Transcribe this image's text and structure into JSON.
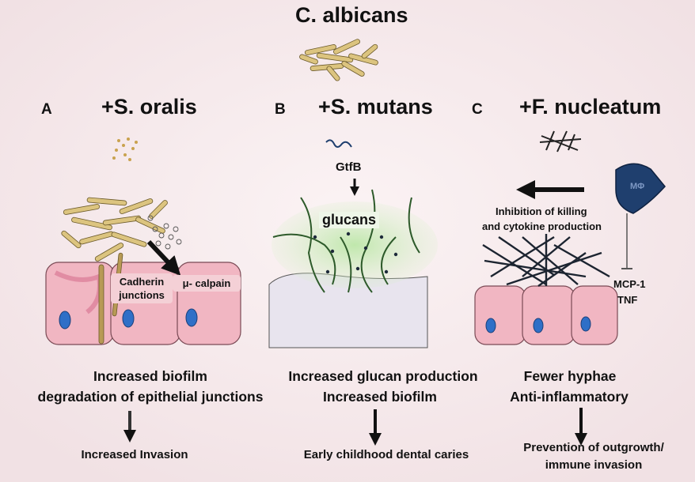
{
  "title": "C. albicans",
  "panels": [
    {
      "letter": "A",
      "partner": "+S. oralis",
      "labels": [
        "Cadherin junctions",
        "μ- calpain"
      ],
      "outcome": [
        "Increased biofilm",
        "degradation of epithelial junctions"
      ],
      "result": "Increased Invasion"
    },
    {
      "letter": "B",
      "partner": "+S. mutans",
      "labels": [
        "GtfB",
        "glucans"
      ],
      "outcome": [
        "Increased glucan production",
        "Increased biofilm"
      ],
      "result": "Early childhood dental caries"
    },
    {
      "letter": "C",
      "partner": "+F. nucleatum",
      "labels": [
        "Inhibition of killing",
        "and cytokine production",
        "MΦ",
        "MCP-1",
        "TNF"
      ],
      "outcome": [
        "Fewer hyphae",
        "Anti-inflammatory"
      ],
      "result": [
        "Prevention of outgrowth/",
        "immune invasion"
      ]
    }
  ],
  "colors": {
    "background": "#f7ecee",
    "epithelial_cell": "#f1b6c2",
    "nucleus": "#2f6fc7",
    "candida": "#d9c27a",
    "biofilm_green": "#a8dd93",
    "macrophage": "#1f3f6e"
  }
}
